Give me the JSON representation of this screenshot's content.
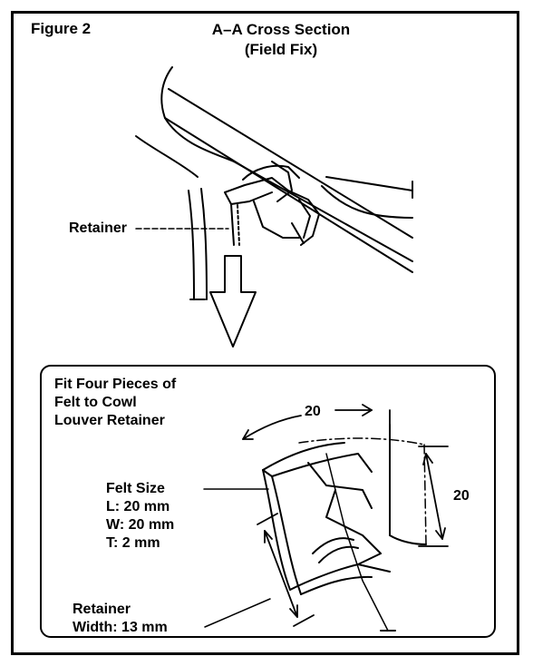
{
  "figure": {
    "label": "Figure 2",
    "title_line1": "A–A Cross Section",
    "title_line2": "(Field Fix)"
  },
  "top_view": {
    "retainer_label": "Retainer"
  },
  "detail": {
    "instruction_line1": "Fit Four Pieces of",
    "instruction_line2": "Felt to Cowl",
    "instruction_line3": "Louver Retainer",
    "felt_size_title": "Felt Size",
    "felt_length": "L: 20 mm",
    "felt_width": "W: 20 mm",
    "felt_thickness": "T: 2 mm",
    "retainer_title": "Retainer",
    "retainer_width": "Width: 13 mm",
    "dim_top": "20",
    "dim_right": "20"
  }
}
